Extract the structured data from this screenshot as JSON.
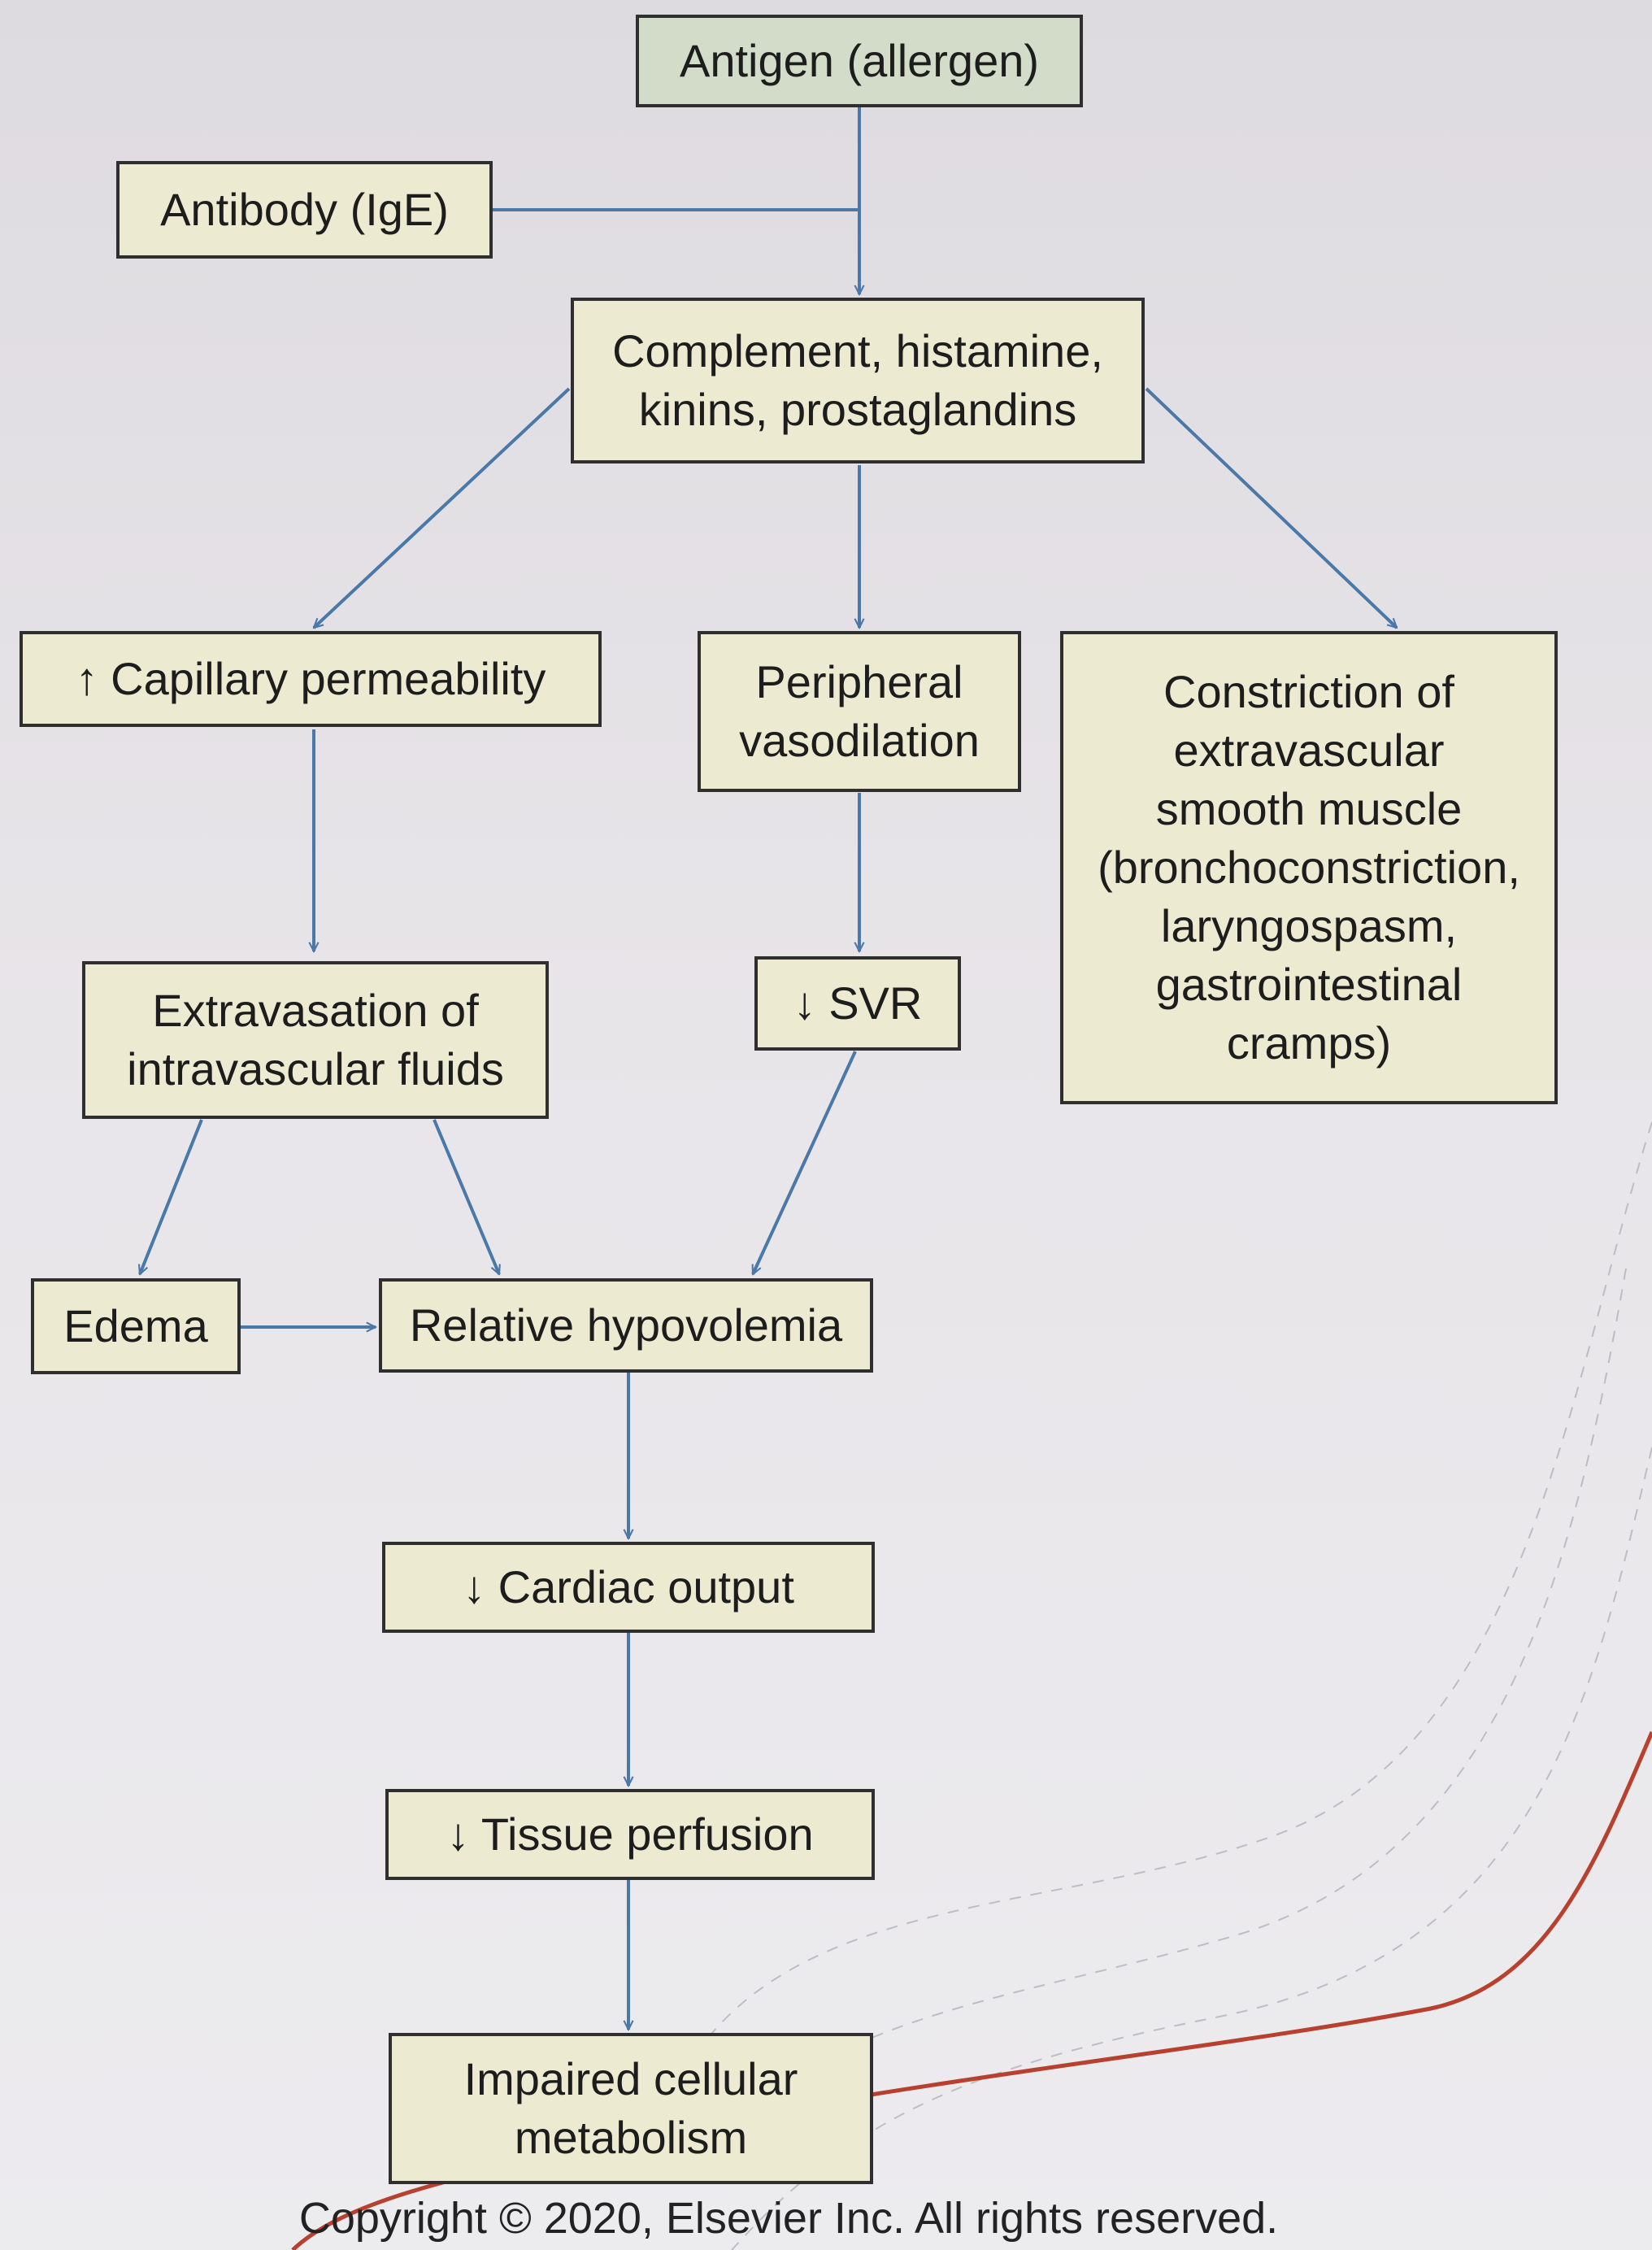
{
  "diagram": {
    "nodes": {
      "antigen": "Antigen (allergen)",
      "antibody": "Antibody (IgE)",
      "mediators": "Complement, histamine,\nkinins, prostaglandins",
      "capillary": "↑ Capillary permeability",
      "vasodilation": "Peripheral\nvasodilation",
      "constriction": "Constriction of\nextravascular\nsmooth muscle\n(bronchoconstriction,\nlaryngospasm,\ngastrointestinal\ncramps)",
      "extravasation": "Extravasation of\nintravascular fluids",
      "svr": "↓ SVR",
      "edema": "Edema",
      "hypovolemia": "Relative hypovolemia",
      "cardiac": "↓ Cardiac output",
      "perfusion": "↓ Tissue perfusion",
      "metabolism": "Impaired cellular\nmetabolism"
    },
    "edges": [
      [
        "antigen",
        "mediators"
      ],
      [
        "antibody",
        "mediators"
      ],
      [
        "mediators",
        "capillary"
      ],
      [
        "mediators",
        "vasodilation"
      ],
      [
        "mediators",
        "constriction"
      ],
      [
        "capillary",
        "extravasation"
      ],
      [
        "vasodilation",
        "svr"
      ],
      [
        "extravasation",
        "edema"
      ],
      [
        "extravasation",
        "hypovolemia"
      ],
      [
        "svr",
        "hypovolemia"
      ],
      [
        "edema",
        "hypovolemia"
      ],
      [
        "hypovolemia",
        "cardiac"
      ],
      [
        "cardiac",
        "perfusion"
      ],
      [
        "perfusion",
        "metabolism"
      ]
    ]
  },
  "footer": {
    "copyright": "Copyright © 2020, Elsevier Inc. All rights reserved."
  },
  "colors": {
    "arrow": "#4a78a8",
    "box_fill": "#ecebd2",
    "top_box_fill": "#d3dcc8",
    "border": "#2f2f2f",
    "pen_stroke": "#b8402e"
  }
}
